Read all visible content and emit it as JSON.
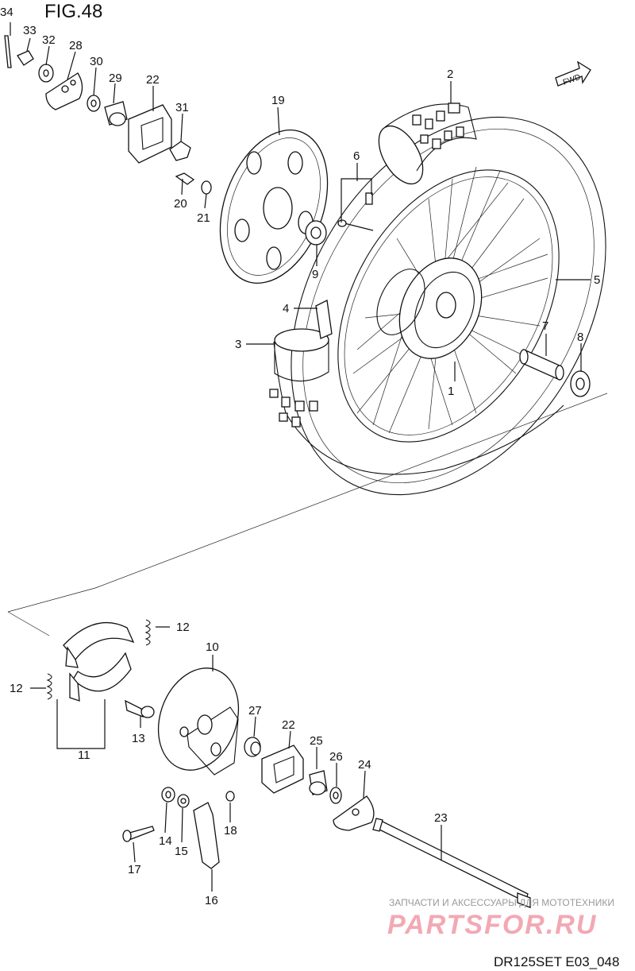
{
  "figure": {
    "title": "FIG.48",
    "code": "DR125SET E03_048"
  },
  "direction_badge": "FWD",
  "watermark": {
    "top": "ЗАПЧАСТИ И АКСЕССУАРЫ ДЛЯ МОТОТЕХНИКИ",
    "brand": "PARTSFOR.RU"
  },
  "colors": {
    "line": "#111111",
    "watermark_brand": "#f2a9b3",
    "watermark_text": "#9a9a9a"
  },
  "parts": {
    "p1": "1",
    "p2": "2",
    "p3": "3",
    "p4": "4",
    "p5": "5",
    "p6": "6",
    "p7": "7",
    "p8": "8",
    "p9": "9",
    "p10": "10",
    "p11": "11",
    "p12a": "12",
    "p12b": "12",
    "p13": "13",
    "p14": "14",
    "p15": "15",
    "p16": "16",
    "p17": "17",
    "p18": "18",
    "p19": "19",
    "p20": "20",
    "p21": "21",
    "p22a": "22",
    "p22b": "22",
    "p23": "23",
    "p24": "24",
    "p25": "25",
    "p26": "26",
    "p27": "27",
    "p28": "28",
    "p29": "29",
    "p30": "30",
    "p31": "31",
    "p32": "32",
    "p33": "33",
    "p34": "34"
  }
}
